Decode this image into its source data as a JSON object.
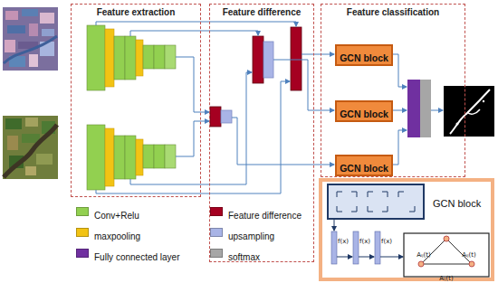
{
  "diagram": {
    "nodes": [
      {
        "text": [
          "Feature extraction"
        ]
      },
      {
        "text": [
          "Feature difference"
        ]
      },
      {
        "text": [
          "Feature classification"
        ]
      },
      {
        "text": [
          "GCN block"
        ],
        "in": 2
      },
      {
        "text": [
          "GCN block"
        ],
        "in": 2
      },
      {
        "text": [
          "GCN block"
        ],
        "in": 2
      },
      {
        "text": [
          "GCN block"
        ]
      }
    ],
    "labels": [
      "f(x)",
      "f(x)",
      "f(x)",
      "Aᵢⱼ(t)",
      "Aᵢⱼ(t)",
      "Aᵢⱼ(t)"
    ],
    "legend": [
      {
        "text": "Conv+Relu",
        "color": "#92d050"
      },
      {
        "text": "Feature difference",
        "color": "#a50021"
      },
      {
        "text": "maxpooling",
        "color": "#f2c314"
      },
      {
        "text": "upsampling",
        "color": "#a9b4e6"
      },
      {
        "text": "Fully connected layer",
        "color": "#7030a0"
      },
      {
        "text": "softmax",
        "color": "#a6a6a6"
      }
    ]
  }
}
